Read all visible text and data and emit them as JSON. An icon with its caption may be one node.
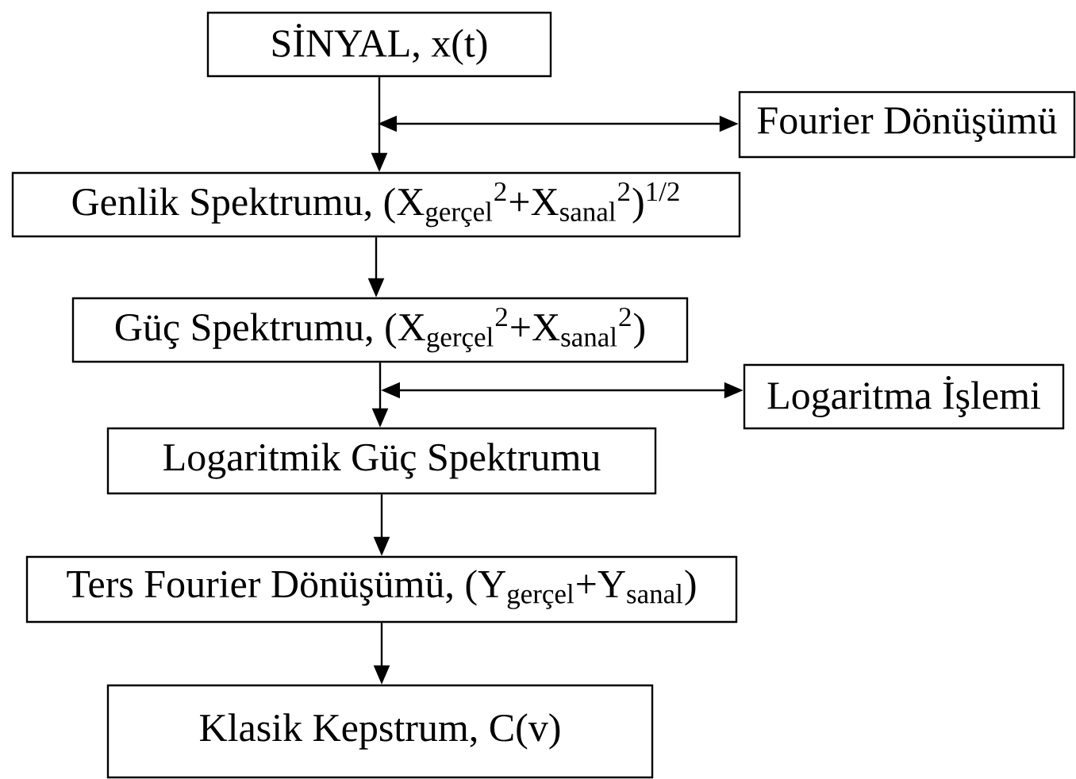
{
  "diagram": {
    "nodes": [
      {
        "text": [
          "SİNYAL, x(t)"
        ]
      },
      {
        "text": [
          "Fourier Dönüşümü"
        ]
      },
      {
        "text": [
          "Genlik Spektrumu, (X$_{gerçel}$$^{2}$+X$_{sanal}$$^{2}$)$^{1/2}$"
        ]
      },
      {
        "text": [
          "Güç Spektrumu, (X$_{gerçel}$$^{2}$+X$_{sanal}$$^{2}$)"
        ]
      },
      {
        "text": [
          "Logaritma İşlemi"
        ]
      },
      {
        "text": [
          "Logaritmik Güç Spektrumu"
        ]
      },
      {
        "text": [
          "Ters Fourier Dönüşümü, (Y$_{gerçel}$+Y$_{sanal}$)"
        ]
      },
      {
        "text": [
          "Klasik Kepstrum, C(v)"
        ]
      }
    ],
    "edges": [
      {
        "from": 0,
        "to": 2,
        "arrow": "to"
      },
      {
        "from": 1,
        "to": null,
        "arrow": "both"
      },
      {
        "from": 2,
        "to": 3,
        "arrow": "to"
      },
      {
        "from": 3,
        "to": 5,
        "arrow": "to"
      },
      {
        "from": 4,
        "to": null,
        "arrow": "both"
      },
      {
        "from": 5,
        "to": 6,
        "arrow": "to"
      },
      {
        "from": 6,
        "to": 7,
        "arrow": "to"
      }
    ]
  }
}
